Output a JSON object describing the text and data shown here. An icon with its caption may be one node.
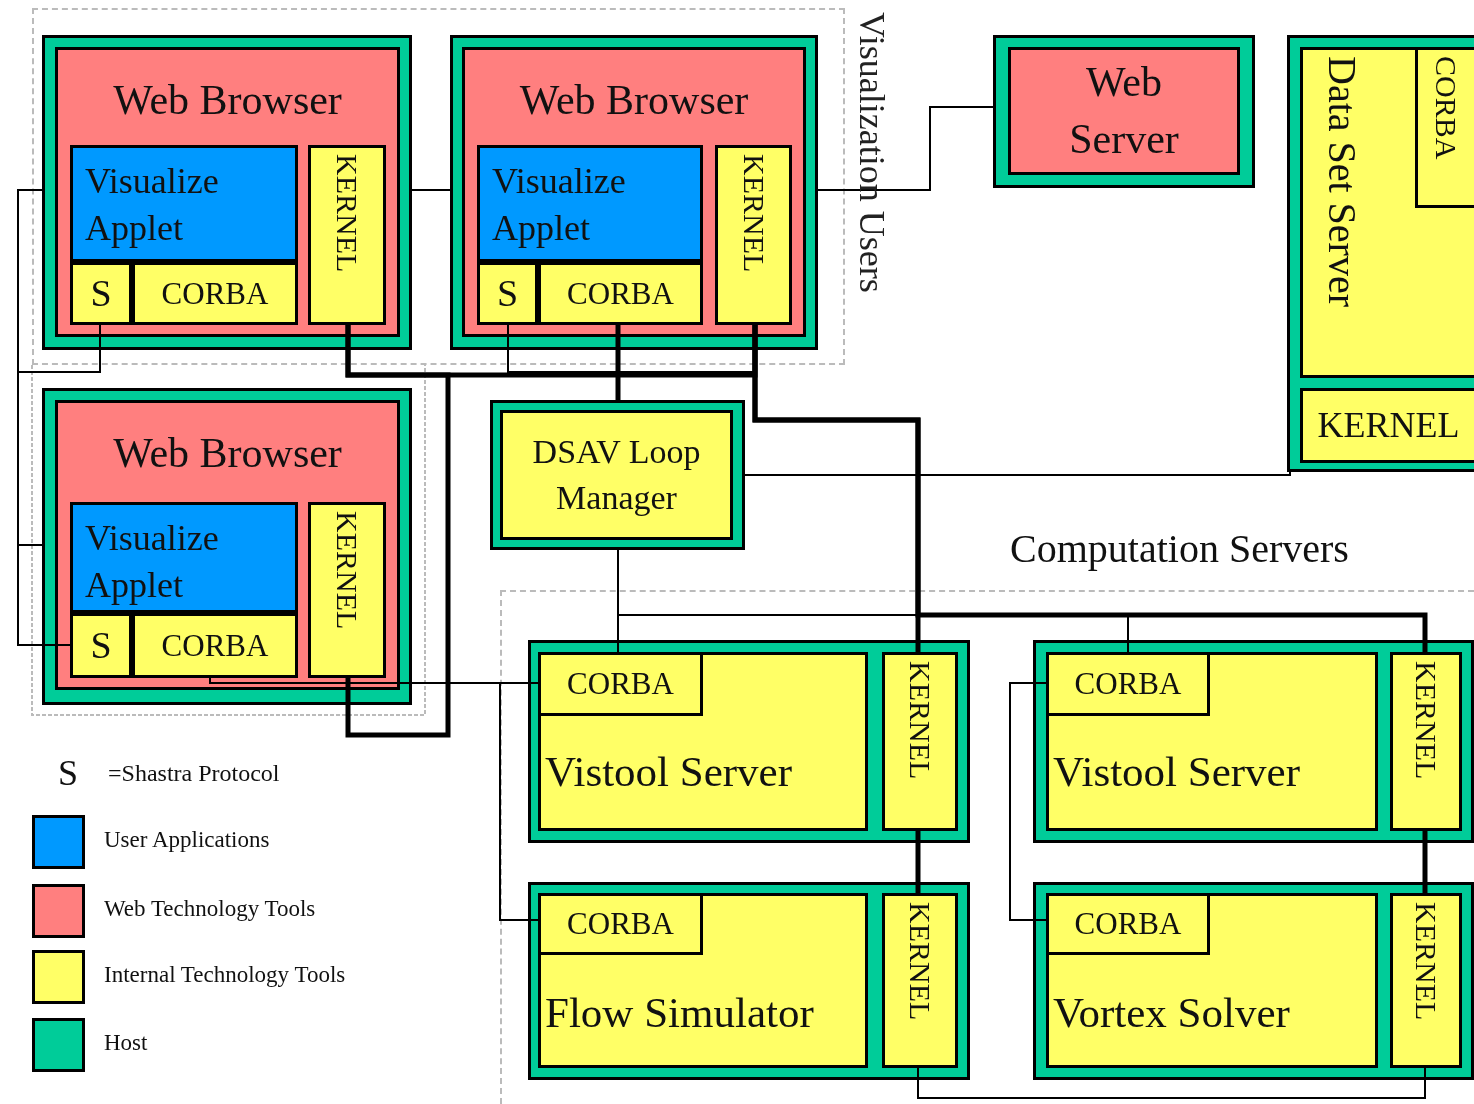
{
  "diagram": {
    "nodes": [
      {
        "text": [
          "Visualization Users"
        ]
      },
      {
        "text": [],
        "shape": "box",
        "in": 0
      },
      {
        "text": [
          "Web Browser"
        ],
        "in": 1
      },
      {
        "text": [
          "Visualize Applet"
        ],
        "in": 2
      },
      {
        "text": [
          "S"
        ],
        "in": 2
      },
      {
        "text": [
          "CORBA"
        ],
        "in": 2
      },
      {
        "text": [
          "KERNEL"
        ],
        "in": 2
      },
      {
        "text": [],
        "shape": "box",
        "in": 0
      },
      {
        "text": [
          "Web Browser"
        ],
        "in": 7
      },
      {
        "text": [
          "Visualize Applet"
        ],
        "in": 8
      },
      {
        "text": [
          "S"
        ],
        "in": 8
      },
      {
        "text": [
          "CORBA"
        ],
        "in": 8
      },
      {
        "text": [
          "KERNEL"
        ],
        "in": 8
      },
      {
        "text": [],
        "shape": "box"
      },
      {
        "text": [
          "Web Browser"
        ],
        "in": 13
      },
      {
        "text": [
          "Visualize Applet"
        ],
        "in": 14
      },
      {
        "text": [
          "S"
        ],
        "in": 14
      },
      {
        "text": [
          "CORBA"
        ],
        "in": 14
      },
      {
        "text": [
          "KERNEL"
        ],
        "in": 14
      },
      {
        "text": [],
        "shape": "box"
      },
      {
        "text": [
          "Web Server"
        ],
        "in": 19
      },
      {
        "text": [],
        "shape": "box"
      },
      {
        "text": [
          "Data Set Server"
        ],
        "in": 21
      },
      {
        "text": [
          "CORBA"
        ],
        "in": 22
      },
      {
        "text": [
          "KERNEL"
        ],
        "in": 21
      },
      {
        "text": [],
        "shape": "box"
      },
      {
        "text": [
          "DSAV Loop Manager"
        ],
        "in": 25
      },
      {
        "text": [
          "Computation Servers"
        ]
      },
      {
        "text": [],
        "shape": "box",
        "in": 27
      },
      {
        "text": [
          "Vistool Server"
        ],
        "in": 28
      },
      {
        "text": [
          "CORBA"
        ],
        "in": 29
      },
      {
        "text": [
          "KERNEL"
        ],
        "in": 28
      },
      {
        "text": [],
        "shape": "box",
        "in": 27
      },
      {
        "text": [
          "Vistool Server"
        ],
        "in": 32
      },
      {
        "text": [
          "CORBA"
        ],
        "in": 33
      },
      {
        "text": [
          "KERNEL"
        ],
        "in": 32
      },
      {
        "text": [],
        "shape": "box",
        "in": 27
      },
      {
        "text": [
          "Flow Simulator"
        ],
        "in": 36
      },
      {
        "text": [
          "CORBA"
        ],
        "in": 37
      },
      {
        "text": [
          "KERNEL"
        ],
        "in": 36
      },
      {
        "text": [],
        "shape": "box",
        "in": 27
      },
      {
        "text": [
          "Vortex Solver"
        ],
        "in": 40
      },
      {
        "text": [
          "CORBA"
        ],
        "in": 41
      },
      {
        "text": [
          "KERNEL"
        ],
        "in": 40
      }
    ],
    "edges": [
      {
        "from": 1,
        "to": 13,
        "arrow": "none"
      },
      {
        "from": 4,
        "to": 16,
        "arrow": "none"
      },
      {
        "from": 1,
        "to": 7,
        "arrow": "none"
      },
      {
        "from": 7,
        "to": 19,
        "arrow": "none"
      },
      {
        "from": 10,
        "to": 12,
        "arrow": "none"
      },
      {
        "from": 11,
        "to": 25,
        "arrow": "none",
        "style": "thick"
      },
      {
        "from": 6,
        "to": 12,
        "arrow": "none",
        "style": "thick"
      },
      {
        "from": 6,
        "to": 18,
        "arrow": "none",
        "style": "thick"
      },
      {
        "from": 12,
        "to": 31,
        "arrow": "none",
        "style": "thick"
      },
      {
        "from": 12,
        "to": 35,
        "arrow": "none",
        "style": "thick"
      },
      {
        "from": 25,
        "to": 21,
        "arrow": "none"
      },
      {
        "from": 25,
        "to": 30,
        "arrow": "none"
      },
      {
        "from": 25,
        "to": 34,
        "arrow": "none"
      },
      {
        "from": 31,
        "to": 39,
        "arrow": "none",
        "style": "thick"
      },
      {
        "from": 35,
        "to": 43,
        "arrow": "none",
        "style": "thick"
      },
      {
        "from": 39,
        "to": 43,
        "arrow": "none"
      },
      {
        "from": 17,
        "to": 30,
        "arrow": "none"
      },
      {
        "from": 17,
        "to": 38,
        "arrow": "none"
      },
      {
        "from": 34,
        "to": 42,
        "arrow": "none"
      }
    ],
    "labels": [
      "S",
      "=Shastra Protocol"
    ],
    "legend": [
      {
        "text": "User Applications",
        "color": "#0099ff"
      },
      {
        "text": "Web Technology Tools",
        "color": "#ff7f7f"
      },
      {
        "text": "Internal Technology Tools",
        "color": "#ffff66"
      },
      {
        "text": "Host",
        "color": "#00cc99"
      }
    ]
  }
}
